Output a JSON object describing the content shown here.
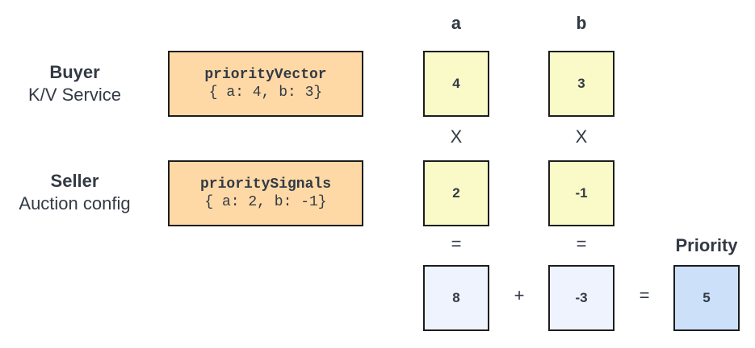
{
  "columns": {
    "a": "a",
    "b": "b"
  },
  "buyer": {
    "title": "Buyer",
    "subtitle": "K/V Service",
    "box_name": "priorityVector",
    "box_value": "{ a: 4, b: 3}"
  },
  "seller": {
    "title": "Seller",
    "subtitle": "Auction config",
    "box_name": "prioritySignals",
    "box_value": "{ a: 2, b: -1}"
  },
  "vector": {
    "a": "4",
    "b": "3"
  },
  "signals": {
    "a": "2",
    "b": "-1"
  },
  "products": {
    "a": "8",
    "b": "-3"
  },
  "operators": {
    "times": "X",
    "equals": "=",
    "plus": "+"
  },
  "priority": {
    "label": "Priority",
    "value": "5"
  },
  "colors": {
    "orange_box": "#fed9a6",
    "yellow_cell": "#fafac8",
    "light_blue_cell": "#eef3fd",
    "priority_cell": "#cce0fa"
  }
}
